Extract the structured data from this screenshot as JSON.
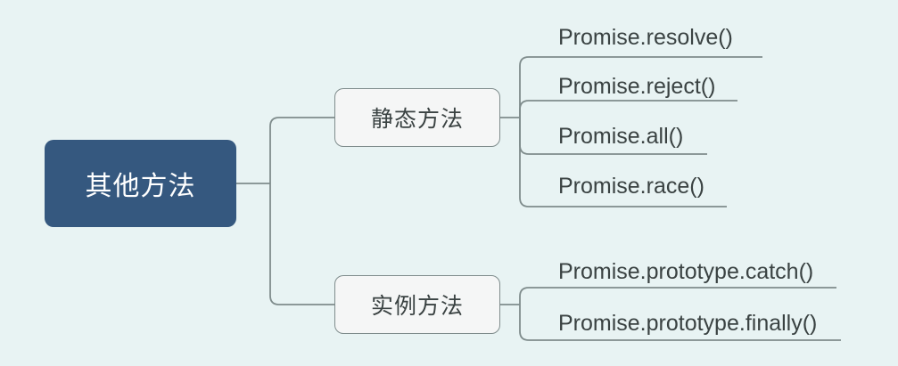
{
  "diagram": {
    "type": "mind-map",
    "background_color": "#e8f3f3",
    "connector_color": "#7f8c8c",
    "root": {
      "label": "其他方法",
      "fill_color": "#35587f",
      "text_color": "#ffffff"
    },
    "branches": [
      {
        "label": "静态方法",
        "fill_color": "#f5f6f6",
        "border_color": "#7f8c8c",
        "text_color": "#3a4242",
        "leaves": [
          {
            "label": "Promise.resolve()"
          },
          {
            "label": "Promise.reject()"
          },
          {
            "label": "Promise.all()"
          },
          {
            "label": "Promise.race()"
          }
        ]
      },
      {
        "label": "实例方法",
        "fill_color": "#f5f6f6",
        "border_color": "#7f8c8c",
        "text_color": "#3a4242",
        "leaves": [
          {
            "label": "Promise.prototype.catch()"
          },
          {
            "label": "Promise.prototype.finally()"
          }
        ]
      }
    ]
  }
}
